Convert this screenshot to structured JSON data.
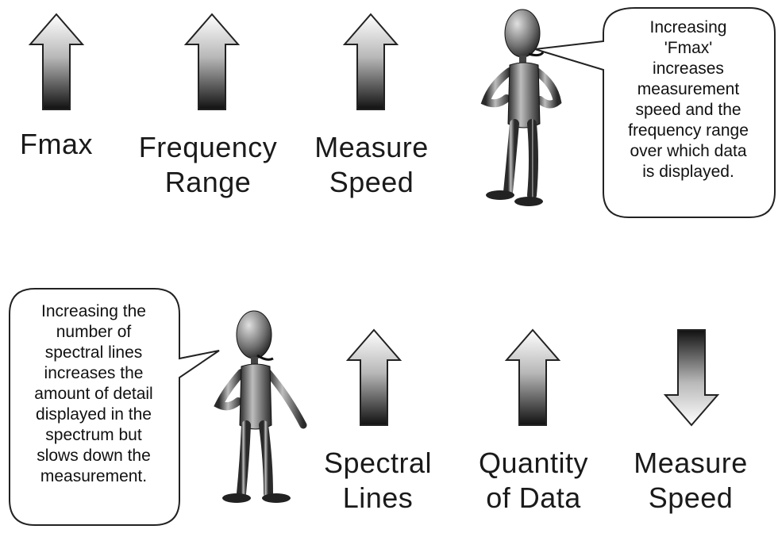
{
  "top": {
    "indicators": [
      {
        "direction": "up",
        "label_lines": [
          "Fmax"
        ]
      },
      {
        "direction": "up",
        "label_lines": [
          "Frequency",
          "Range"
        ]
      },
      {
        "direction": "up",
        "label_lines": [
          "Measure",
          "Speed"
        ]
      }
    ],
    "bubble_lines": [
      "Increasing",
      "'Fmax'",
      "increases",
      "measurement",
      "speed and the",
      "frequency range",
      "over which data",
      "is displayed."
    ]
  },
  "bottom": {
    "bubble_lines": [
      "Increasing the",
      "number of",
      "spectral lines",
      "increases the",
      "amount of detail",
      "displayed in the",
      "spectrum but",
      "slows down the",
      "measurement."
    ],
    "indicators": [
      {
        "direction": "up",
        "label_lines": [
          "Spectral",
          "Lines"
        ]
      },
      {
        "direction": "up",
        "label_lines": [
          "Quantity",
          "of Data"
        ]
      },
      {
        "direction": "down",
        "label_lines": [
          "Measure",
          "Speed"
        ]
      }
    ]
  }
}
